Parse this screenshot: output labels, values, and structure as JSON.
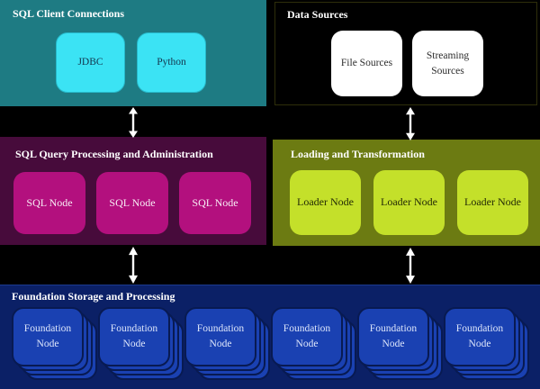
{
  "sections": {
    "sql_clients": {
      "title": "SQL Client Connections",
      "nodes": [
        "JDBC",
        "Python"
      ]
    },
    "data_sources": {
      "title": "Data Sources",
      "nodes": [
        "File Sources",
        "Streaming Sources"
      ]
    },
    "sql_processing": {
      "title": "SQL Query Processing and Administration",
      "nodes": [
        "SQL Node",
        "SQL Node",
        "SQL Node"
      ]
    },
    "loading": {
      "title": "Loading and Transformation",
      "nodes": [
        "Loader Node",
        "Loader Node",
        "Loader Node"
      ]
    },
    "foundation": {
      "title": "Foundation Storage and Processing",
      "nodes": [
        "Foundation Node",
        "Foundation Node",
        "Foundation Node",
        "Foundation Node",
        "Foundation Node",
        "Foundation Node"
      ]
    }
  },
  "colors": {
    "sql_clients_bg": "#1E7B83",
    "client_node_bg": "#3BE3F4",
    "data_sources_bg": "#000000",
    "source_node_bg": "#FFFFFF",
    "sql_processing_bg": "#470B3B",
    "sql_node_bg": "#B3107E",
    "loading_bg": "#6C7B12",
    "loader_node_bg": "#C4E02A",
    "foundation_bg": "#0B2066",
    "foundation_node_bg": "#1A41B2",
    "arrow": "#FFFFFF"
  }
}
